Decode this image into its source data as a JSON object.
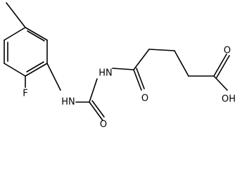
{
  "molecule": {
    "atoms": {
      "fluorine": "F",
      "amide_nh_left": "HN",
      "amide_nh_right": "HN",
      "urea_oxygen": "O",
      "keto_oxygen": "O",
      "carboxyl_oxygen": "O",
      "hydroxyl": "OH"
    }
  }
}
